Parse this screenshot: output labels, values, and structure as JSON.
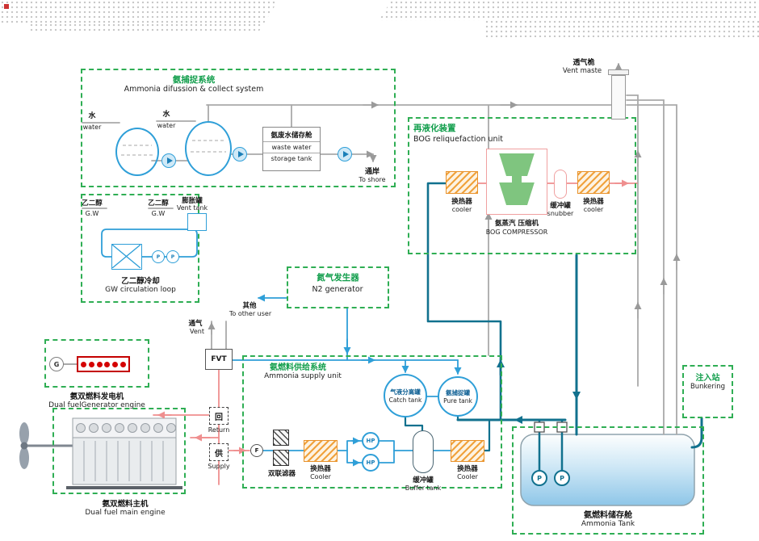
{
  "collect": {
    "title_zh": "氨捕捉系统",
    "title_en": "Ammonia difussion & collect system",
    "water1_zh": "水",
    "water1_en": "water",
    "water2_zh": "水",
    "water2_en": "water",
    "tank_zh": "氨废水储存舱",
    "tank_en1": "waste water",
    "tank_en2": "storage tank",
    "shore_zh": "通岸",
    "shore_en": "To shore"
  },
  "gw": {
    "glycol1_zh": "乙二醇",
    "glycol1_en": "G.W",
    "glycol2_zh": "乙二醇",
    "glycol2_en": "G.W",
    "vent_tank_zh": "膨胀罐",
    "vent_tank_en": "Vent tank",
    "pump1": "P",
    "pump2": "P",
    "title_zh": "乙二醇冷却",
    "title_en": "GW circulation loop"
  },
  "bog": {
    "title_zh": "再液化装置",
    "title_en": "BOG reliquefaction unit",
    "cooler1_zh": "换热器",
    "cooler1_en": "cooler",
    "comp_zh": "氨蒸汽 压缩机",
    "comp_en": "BOG COMPRESSOR",
    "snubber_zh": "缓冲罐",
    "snubber_en": "snubber",
    "cooler2_zh": "换热器",
    "cooler2_en": "cooler"
  },
  "mast": {
    "zh": "透气桅",
    "en": "Vent maste"
  },
  "n2": {
    "title_zh": "氮气发生器",
    "title_en": "N2 generator",
    "other_zh": "其他",
    "other_en": "To other user"
  },
  "fvt": {
    "vent_zh": "通气",
    "vent_en": "Vent",
    "label": "FVT",
    "return_zh": "回",
    "return_en": "Return",
    "supply_zh": "供",
    "supply_en": "Supply"
  },
  "genset": {
    "g": "G",
    "title_zh": "氨双燃料发电机",
    "title_en": "Dual fuelGenerator engine"
  },
  "engine": {
    "title_zh": "氨双燃料主机",
    "title_en": "Dual fuel main engine"
  },
  "supply": {
    "title_zh": "氨燃料供给系统",
    "title_en": "Ammonia supply unit",
    "catch_zh": "气液分离罐",
    "catch_en": "Catch tank",
    "pure_zh": "氨捕捉罐",
    "pure_en": "Pure tank",
    "f": "F",
    "filter_zh": "双联滤器",
    "cooler1_zh": "换热器",
    "cooler1_en": "Cooler",
    "hp1": "HP",
    "hp2": "HP",
    "buffer_zh": "缓冲罐",
    "buffer_en": "Buffer tank",
    "cooler2_zh": "换热器",
    "cooler2_en": "Cooler"
  },
  "tank": {
    "title_zh": "氨燃料储存舱",
    "title_en": "Ammonia Tank",
    "p1": "P",
    "p2": "P"
  },
  "bunkering": {
    "title_zh": "注入站",
    "title_en": "Bunkering"
  },
  "colors": {
    "green_dash": "#2fae54",
    "green_text": "#0f9d4a",
    "blue": "#2f9fd8",
    "teal": "#11718e",
    "pink": "#ef8f8f",
    "orange": "#e8912a",
    "gray": "#a9a9a9"
  }
}
